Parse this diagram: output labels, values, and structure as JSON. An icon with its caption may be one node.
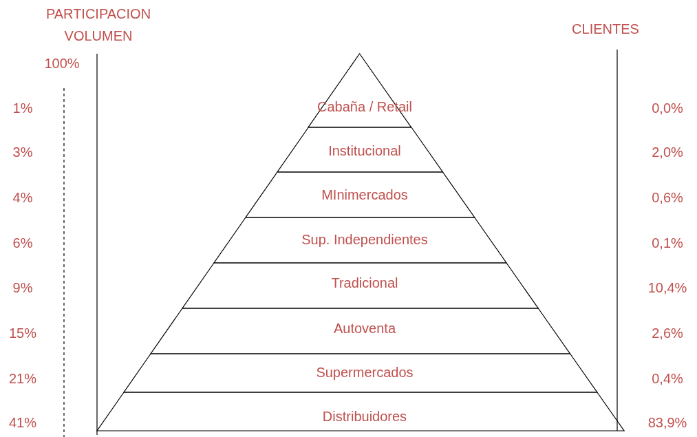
{
  "diagram": {
    "nodes": [
      {
        "text": [
          "Cabaña / Retail"
        ]
      },
      {
        "text": [
          "Institucional"
        ]
      },
      {
        "text": [
          "MInimercados"
        ]
      },
      {
        "text": [
          "Sup. Independientes"
        ]
      },
      {
        "text": [
          "Tradicional"
        ]
      },
      {
        "text": [
          "Autoventa"
        ]
      },
      {
        "text": [
          "Supermercados"
        ]
      },
      {
        "text": [
          "Distribuidores"
        ]
      }
    ],
    "labels": [
      "PARTICIPACION VOLUMEN",
      "CLIENTES",
      "100%",
      "1%",
      "0,0%",
      "3%",
      "2,0%",
      "4%",
      "0,6%",
      "6%",
      "0,1%",
      "9%",
      "10,4%",
      "15%",
      "2,6%",
      "21%",
      "0,4%",
      "41%",
      "83,9%"
    ]
  }
}
